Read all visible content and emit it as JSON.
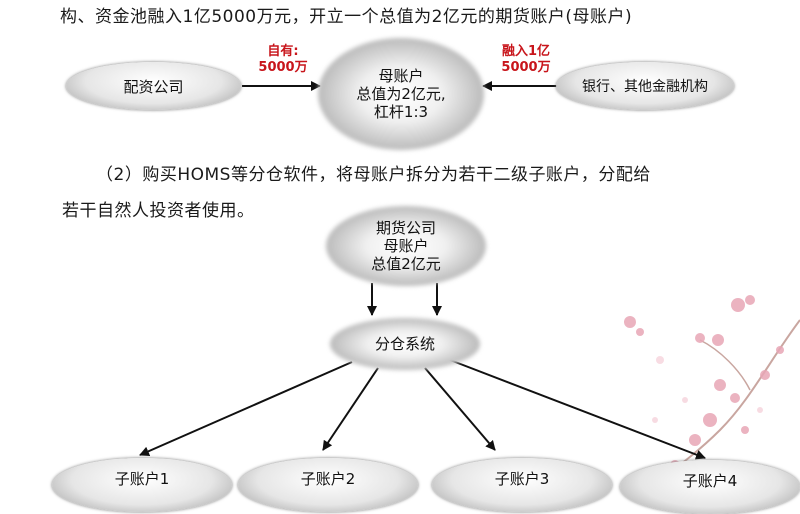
{
  "top_text": "构、资金池融入1亿5000万元，开立一个总值为2亿元的期货账户(母账户)",
  "para": {
    "line1": "（2）购买HOMS等分仓软件，将母账户拆分为若干二级子账户，分配给",
    "line2": "若干自然人投资者使用。"
  },
  "diagram1": {
    "left_node": "配资公司",
    "right_node": "银行、其他金融机构",
    "center_lines": [
      "母账户",
      "总值为2亿元,",
      "杠杆1:3"
    ],
    "left_label_lines": [
      "自有:",
      "5000万"
    ],
    "right_label_lines": [
      "融入1亿",
      "5000万"
    ]
  },
  "diagram2": {
    "top_lines": [
      "期货公司",
      "母账户",
      "总值2亿元"
    ],
    "middle": "分仓系统",
    "children": [
      "子账户1",
      "子账户2",
      "子账户3",
      "子账户4"
    ]
  },
  "colors": {
    "label_red": "#c8151b",
    "arrow": "#111111",
    "blossom_pink": "#e8a6b6"
  }
}
